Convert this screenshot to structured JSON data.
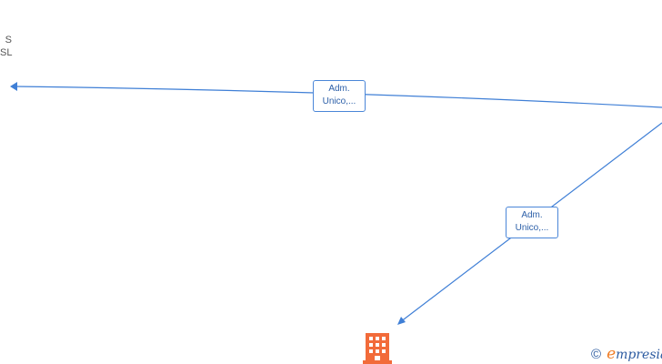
{
  "nodes": {
    "top_left_company": {
      "line1": "S",
      "line2": "SL"
    }
  },
  "edges": [
    {
      "label_line1": "Adm.",
      "label_line2": "Unico,..."
    },
    {
      "label_line1": "Adm.",
      "label_line2": "Unico,..."
    }
  ],
  "watermark": {
    "copyright": "©",
    "brand_initial": "e",
    "brand_rest": "mpresia"
  },
  "colors": {
    "edge": "#3f7fd6",
    "building": "#f26b3a",
    "brand_blue": "#2b5aa0",
    "brand_orange": "#f07d26"
  }
}
